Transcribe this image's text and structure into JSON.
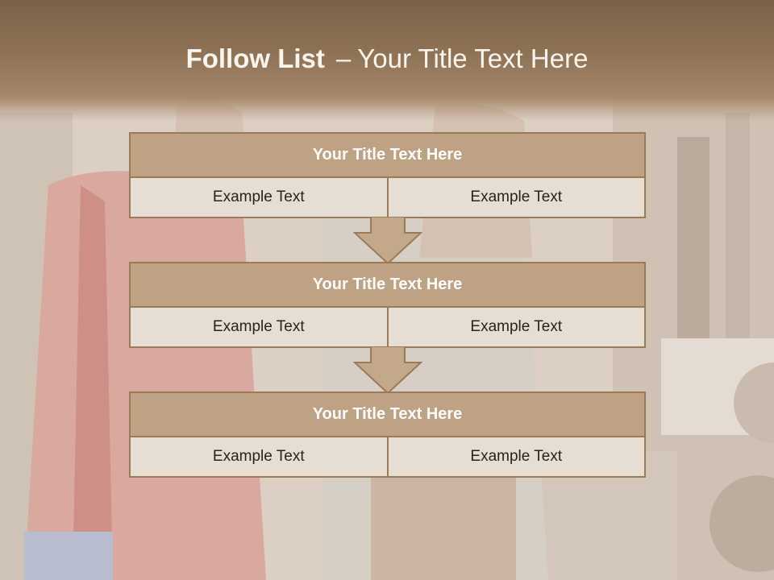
{
  "slide": {
    "title_bold": "Follow List",
    "title_dash": "–",
    "title_rest": "Your Title Text Here"
  },
  "blocks": [
    {
      "title": "Your Title Text Here",
      "left": "Example Text",
      "right": "Example Text"
    },
    {
      "title": "Your Title Text Here",
      "left": "Example Text",
      "right": "Example Text"
    },
    {
      "title": "Your Title Text Here",
      "left": "Example Text",
      "right": "Example Text"
    }
  ],
  "colors": {
    "header": "#8c7053",
    "block_head": "#bfa283",
    "block_border": "#9a7b58",
    "cell_fill": "#e6ddd3",
    "arrow": "#c3a88a"
  }
}
